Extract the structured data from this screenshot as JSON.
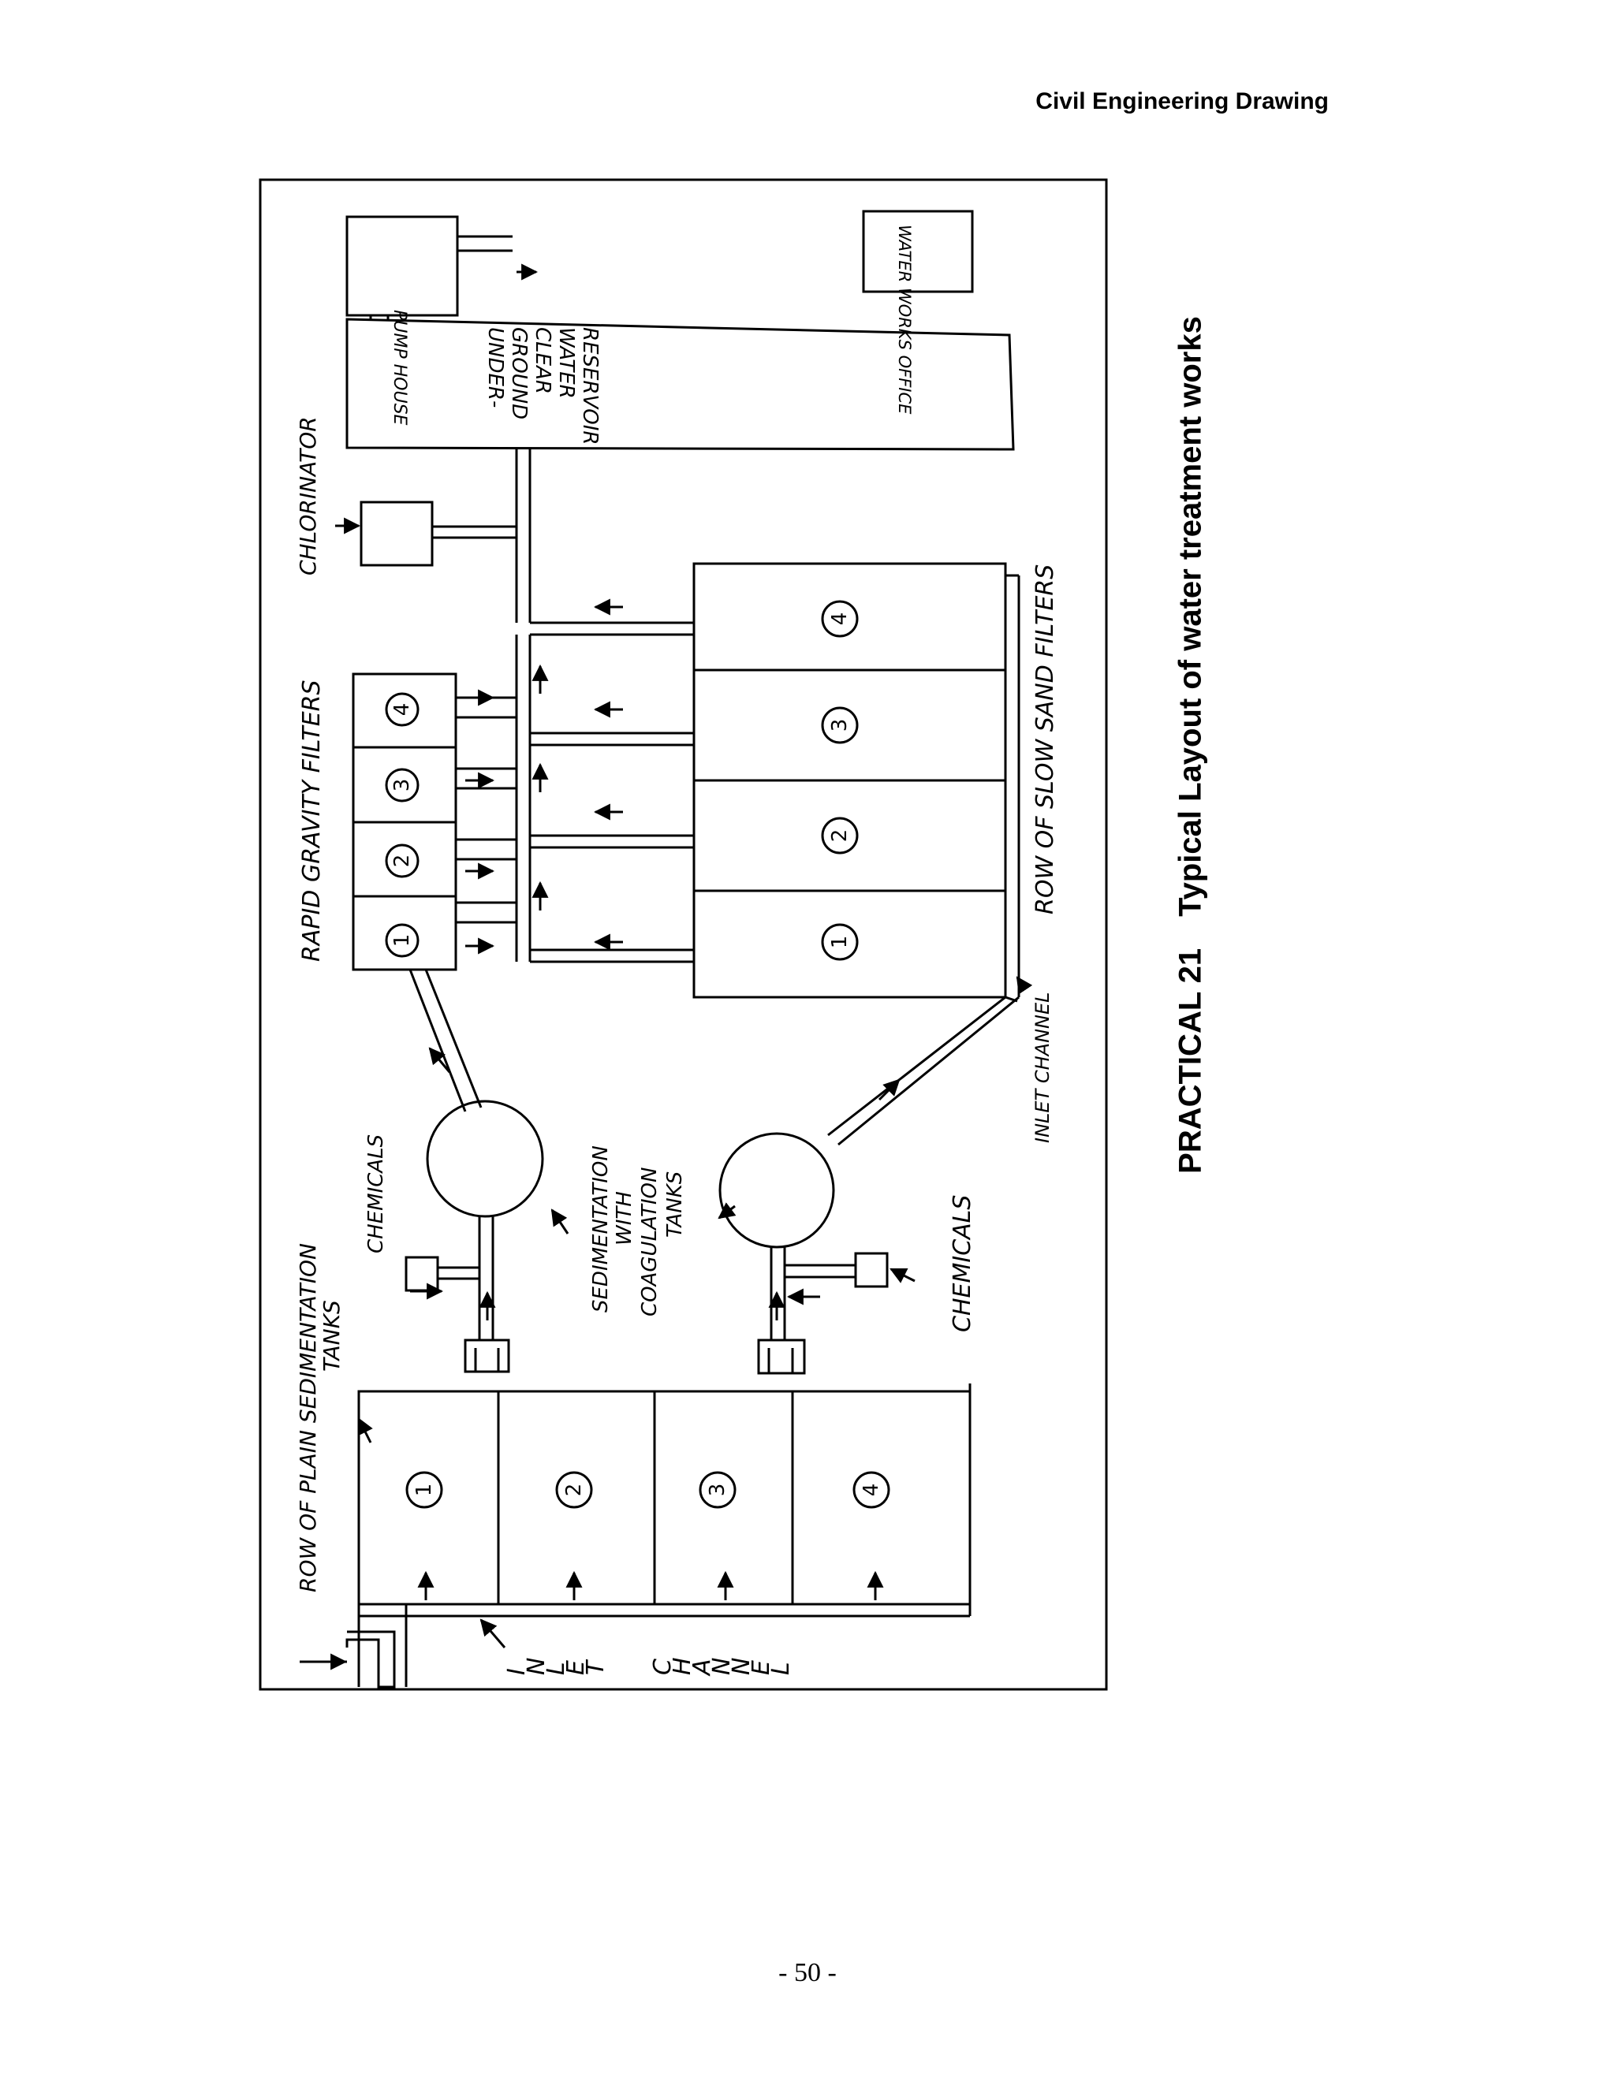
{
  "page": {
    "header": "Civil Engineering Drawing",
    "caption_number": "PRACTICAL 21",
    "caption_title": "Typical Layout of  water treatment works",
    "page_number": "- 50 -"
  },
  "diagram": {
    "pump_house": "PUMP HOUSE",
    "water_works_office": "WATER WORKS OFFICE",
    "reservoir": [
      "UNDER-",
      "GROUND",
      "CLEAR",
      "WATER",
      "RESERVOIR"
    ],
    "chlorinator": "CHLORINATOR",
    "rapid_gravity_filters": "RAPID GRAVITY FILTERS",
    "slow_sand_filters": "ROW OF SLOW SAND FILTERS",
    "inlet_channel_small": "INLET CHANNEL",
    "chemicals_top": "CHEMICALS",
    "chemicals_bottom": "CHEMICALS",
    "sedimentation_coagulation": [
      "SEDIMENTATION",
      "WITH",
      "COAGULATION",
      "TANKS"
    ],
    "plain_sedimentation": [
      "ROW OF PLAIN SEDIMENTATION",
      "TANKS"
    ],
    "inlet_channel_vertical": [
      "I",
      "N",
      "L",
      "E",
      "T",
      "",
      "C",
      "H",
      "A",
      "N",
      "N",
      "E",
      "L"
    ],
    "plain_tank_numbers": [
      "1",
      "2",
      "3",
      "4"
    ],
    "rapid_filter_numbers": [
      "1",
      "2",
      "3",
      "4"
    ],
    "slow_filter_numbers": [
      "1",
      "2",
      "3",
      "4"
    ]
  }
}
